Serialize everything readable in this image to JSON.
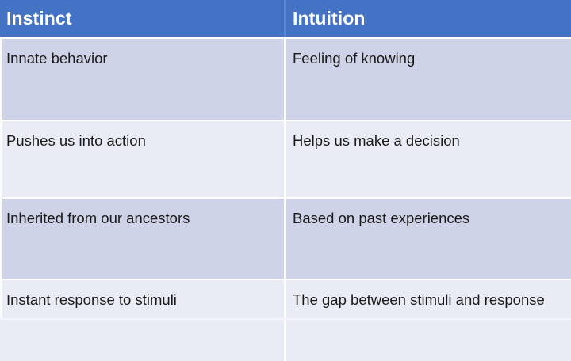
{
  "table": {
    "columns": [
      {
        "key": "instinct",
        "label": "Instinct"
      },
      {
        "key": "intuition",
        "label": "Intuition"
      }
    ],
    "rows": [
      {
        "instinct": "Innate behavior",
        "intuition": "Feeling of knowing"
      },
      {
        "instinct": "Pushes us into action",
        "intuition": "Helps us make a decision"
      },
      {
        "instinct": "Inherited from our ancestors",
        "intuition": "Based on past experiences"
      },
      {
        "instinct": "Instant response to stimuli",
        "intuition": "The gap between stimuli and response"
      }
    ],
    "colors": {
      "header_background": "#4472C4",
      "header_text": "#FFFFFF",
      "band_dark": "#CED3E7",
      "band_light": "#E9ECF5",
      "body_text": "#1A1A1A",
      "separator": "#FFFFFF"
    }
  }
}
